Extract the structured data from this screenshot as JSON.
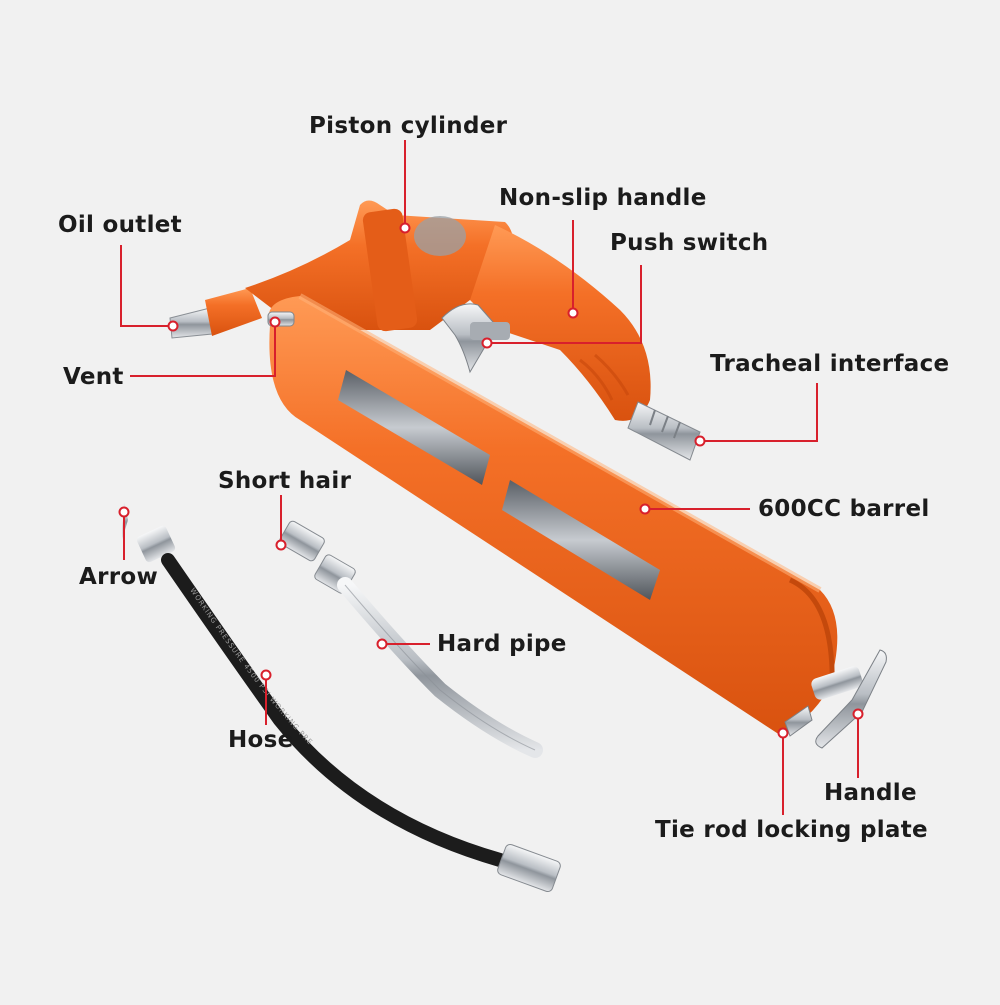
{
  "diagram": {
    "labels": {
      "piston_cylinder": "Piston cylinder",
      "non_slip_handle": "Non-slip handle",
      "oil_outlet": "Oil outlet",
      "push_switch": "Push switch",
      "vent": "Vent",
      "tracheal_interface": "Tracheal interface",
      "short_hair": "Short hair",
      "barrel": "600CC barrel",
      "arrow": "Arrow",
      "hard_pipe": "Hard pipe",
      "hose": "Hose",
      "handle": "Handle",
      "tie_rod_locking_plate": "Tie rod locking plate"
    },
    "hose_print": "WORKING PRESSURE 4500 PSI WORKING PRE",
    "colors": {
      "body_orange": "#f26a21",
      "leader_red": "#d8202c",
      "background": "#f1f1f1",
      "chrome": "#c9cdd2",
      "hose_black": "#1c1c1c"
    }
  }
}
